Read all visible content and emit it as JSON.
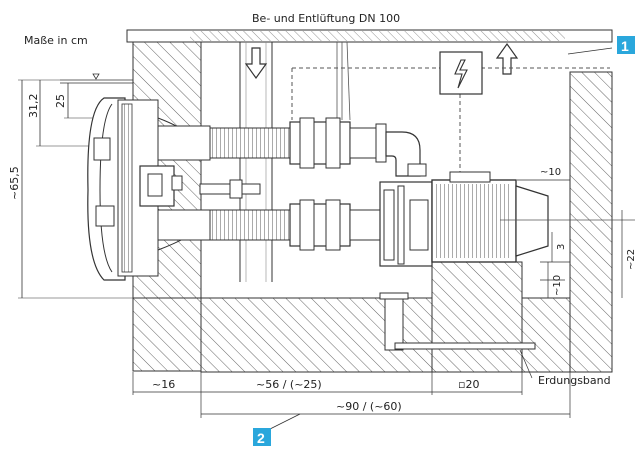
{
  "diagram": {
    "units_note": "Maße in cm",
    "vent_label": "Be- und Entlüftung DN 100",
    "markers": [
      "1",
      "2"
    ],
    "dimensions": {
      "d31_2": "31,2",
      "d25": "25",
      "d65_5": "~65,5",
      "d10_top": "~10",
      "d3": "3",
      "d10_bottom": "~10",
      "d22": "~22",
      "d16": "~16",
      "d56": "~56 / (~25)",
      "d20": "▫20",
      "d90": "~90 / (~60)"
    },
    "ground_strip_label": "Erdungsband",
    "warning_icon": "high-voltage-icon",
    "colors": {
      "marker_fill": "#2aa7dc",
      "line": "#333333",
      "hatch": "#666666"
    }
  }
}
